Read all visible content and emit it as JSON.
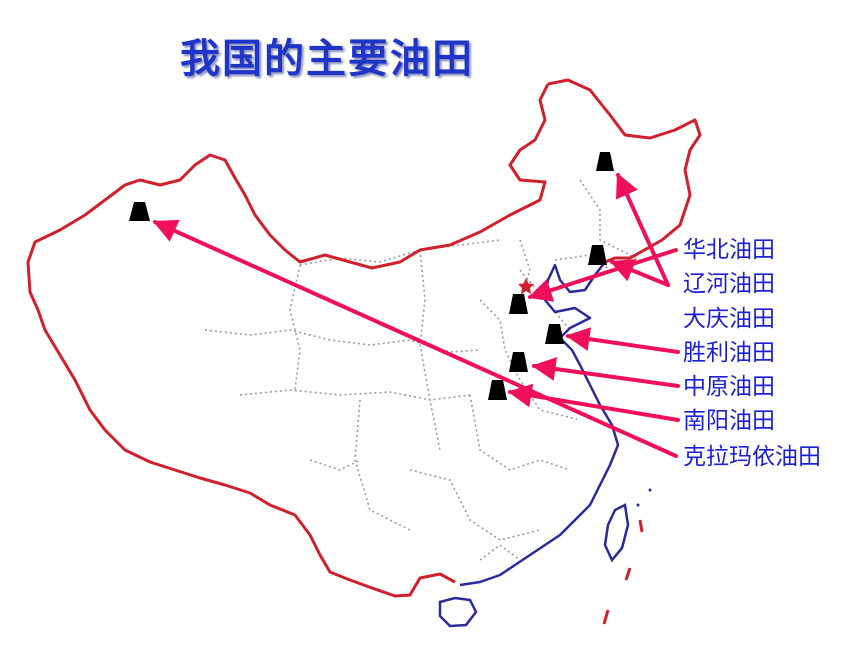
{
  "title": "我国的主要油田",
  "fields": [
    {
      "id": "huabei",
      "label": "华北油田"
    },
    {
      "id": "liaohe",
      "label": "辽河油田"
    },
    {
      "id": "daqing",
      "label": "大庆油田"
    },
    {
      "id": "shengli",
      "label": "胜利油田"
    },
    {
      "id": "zhongyuan",
      "label": "中原油田"
    },
    {
      "id": "nanyang",
      "label": "南阳油田"
    },
    {
      "id": "karamay",
      "label": "克拉玛依油田"
    }
  ],
  "colors": {
    "title": "#1f35c8",
    "label": "#1b1fd6",
    "border": "#d0202c",
    "coast": "#2a2a9a",
    "province": "#9a9a9a",
    "arrow": "#f0105a",
    "marker": "#000000",
    "capital": "#d0202c"
  },
  "icons": {
    "oilfield": "derrick-marker-icon",
    "capital": "star-icon"
  }
}
